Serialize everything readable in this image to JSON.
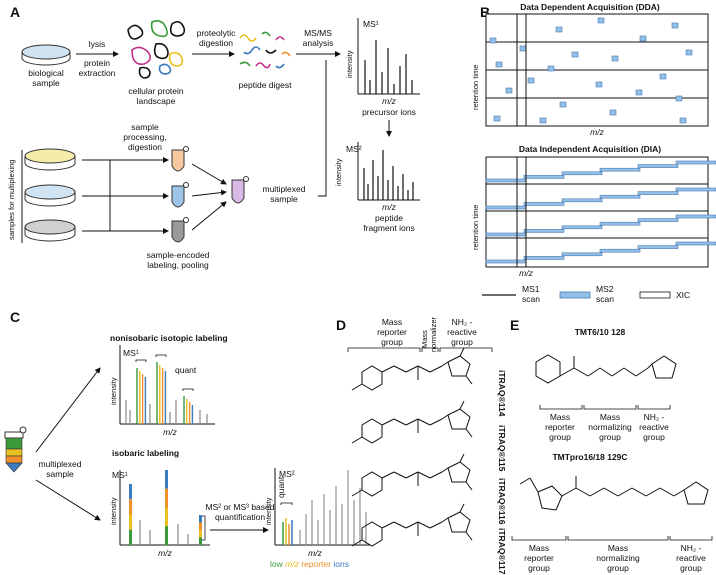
{
  "panels": {
    "a": "A",
    "b": "B",
    "c": "C",
    "d": "D",
    "e": "E"
  },
  "panel_a": {
    "biological_sample": [
      "biological",
      "sample"
    ],
    "lysis": "lysis",
    "protein_extraction": [
      "protein",
      "extraction"
    ],
    "cellular_landscape": [
      "cellular protein",
      "landscape"
    ],
    "proteolytic": [
      "proteolytic",
      "digestion"
    ],
    "peptide_digest": "peptide digest",
    "msms": [
      "MS/MS",
      "analysis"
    ],
    "ms1": "MS¹",
    "intensity": "intensity",
    "mz": "m/z",
    "precursor": "precursor ions",
    "ms2": "MS²",
    "peptide_fragment": [
      "peptide",
      "fragment ions"
    ],
    "sample_processing": [
      "sample",
      "processing,",
      "digestion"
    ],
    "samples_multiplex": "samples for multiplexing",
    "multiplexed_sample": [
      "multiplexed",
      "sample"
    ],
    "sample_encoded": [
      "sample-encoded",
      "labeling, pooling"
    ]
  },
  "panel_b": {
    "dda_title": "Data Dependent Acquisition (DDA)",
    "dia_title": "Data Independent Acquisition (DIA)",
    "retention": "retention time",
    "mz": "m/z",
    "legend": {
      "ms1": [
        "MS1",
        "scan"
      ],
      "ms2": [
        "MS2",
        "scan"
      ],
      "xic": "XIC"
    }
  },
  "panel_c": {
    "nonisobaric": "nonisobaric isotopic labeling",
    "isobaric": "isobaric labeling",
    "ms1": "MS¹",
    "ms2": "MS²",
    "intensity": "intensity",
    "mz": "m/z",
    "quant": "quant",
    "multiplexed": [
      "multiplexed",
      "sample"
    ],
    "ms2_ms3": [
      "MS² or MS³ based",
      "quantification"
    ],
    "low": "low",
    "mz_word": "m/z",
    "reporter": "reporter",
    "ions": "ions",
    "colors": {
      "green": "#3a9a3a",
      "yellow": "#e8c020",
      "orange": "#f0902a",
      "blue": "#3b7bbf",
      "gray": "#888888"
    }
  },
  "panel_d": {
    "mass_reporter": [
      "Mass",
      "reporter",
      "group"
    ],
    "mass_normalizer": [
      "Mass",
      "normalizer"
    ],
    "nh2_reactive": [
      "NH₂ -",
      "reactive",
      "group"
    ],
    "itraq": [
      "iTRAQ®114",
      "iTRAQ®115",
      "iTRAQ®116",
      "iTRAQ®117"
    ]
  },
  "panel_e": {
    "tmt6": "TMT6/10 128",
    "tmtpro": "TMTpro16/18 129C",
    "mass_reporter": [
      "Mass",
      "reporter",
      "group"
    ],
    "mass_normalizing": [
      "Mass",
      "normalizing",
      "group"
    ],
    "nh2_reactive": [
      "NH₂ -",
      "reactive",
      "group"
    ]
  }
}
